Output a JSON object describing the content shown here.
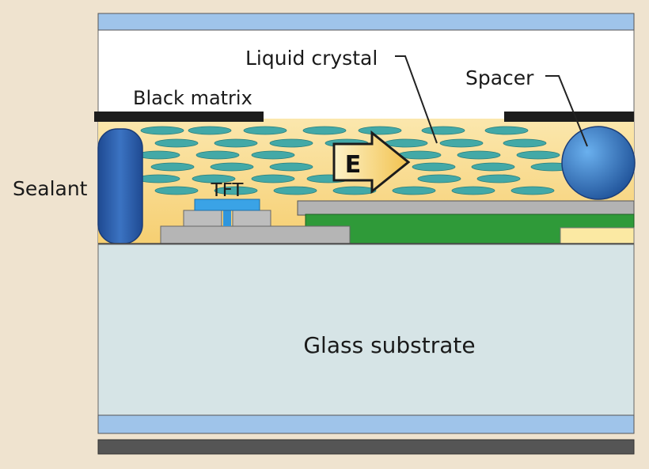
{
  "labels": {
    "liquid_crystal": "Liquid crystal",
    "spacer": "Spacer",
    "black_matrix": "Black matrix",
    "sealant": "Sealant",
    "tft": "TFT",
    "field": "E",
    "glass_substrate": "Glass substrate"
  },
  "colors": {
    "background": "#efe3cf",
    "glass": "#d6e4e6",
    "polarizer": "#9fc4ea",
    "black_matrix": "#1c1c1c",
    "liquid_crystal_fill": "#f8d987",
    "lc_molecule": "#43a9a7",
    "sealant": "#2d5fae",
    "spacer": "#2f79c2",
    "tft_gate": "#2f96dd",
    "gray_layer": "#a6a6a6",
    "electrode": "#2f9a39",
    "bottom_plate": "#555555"
  }
}
